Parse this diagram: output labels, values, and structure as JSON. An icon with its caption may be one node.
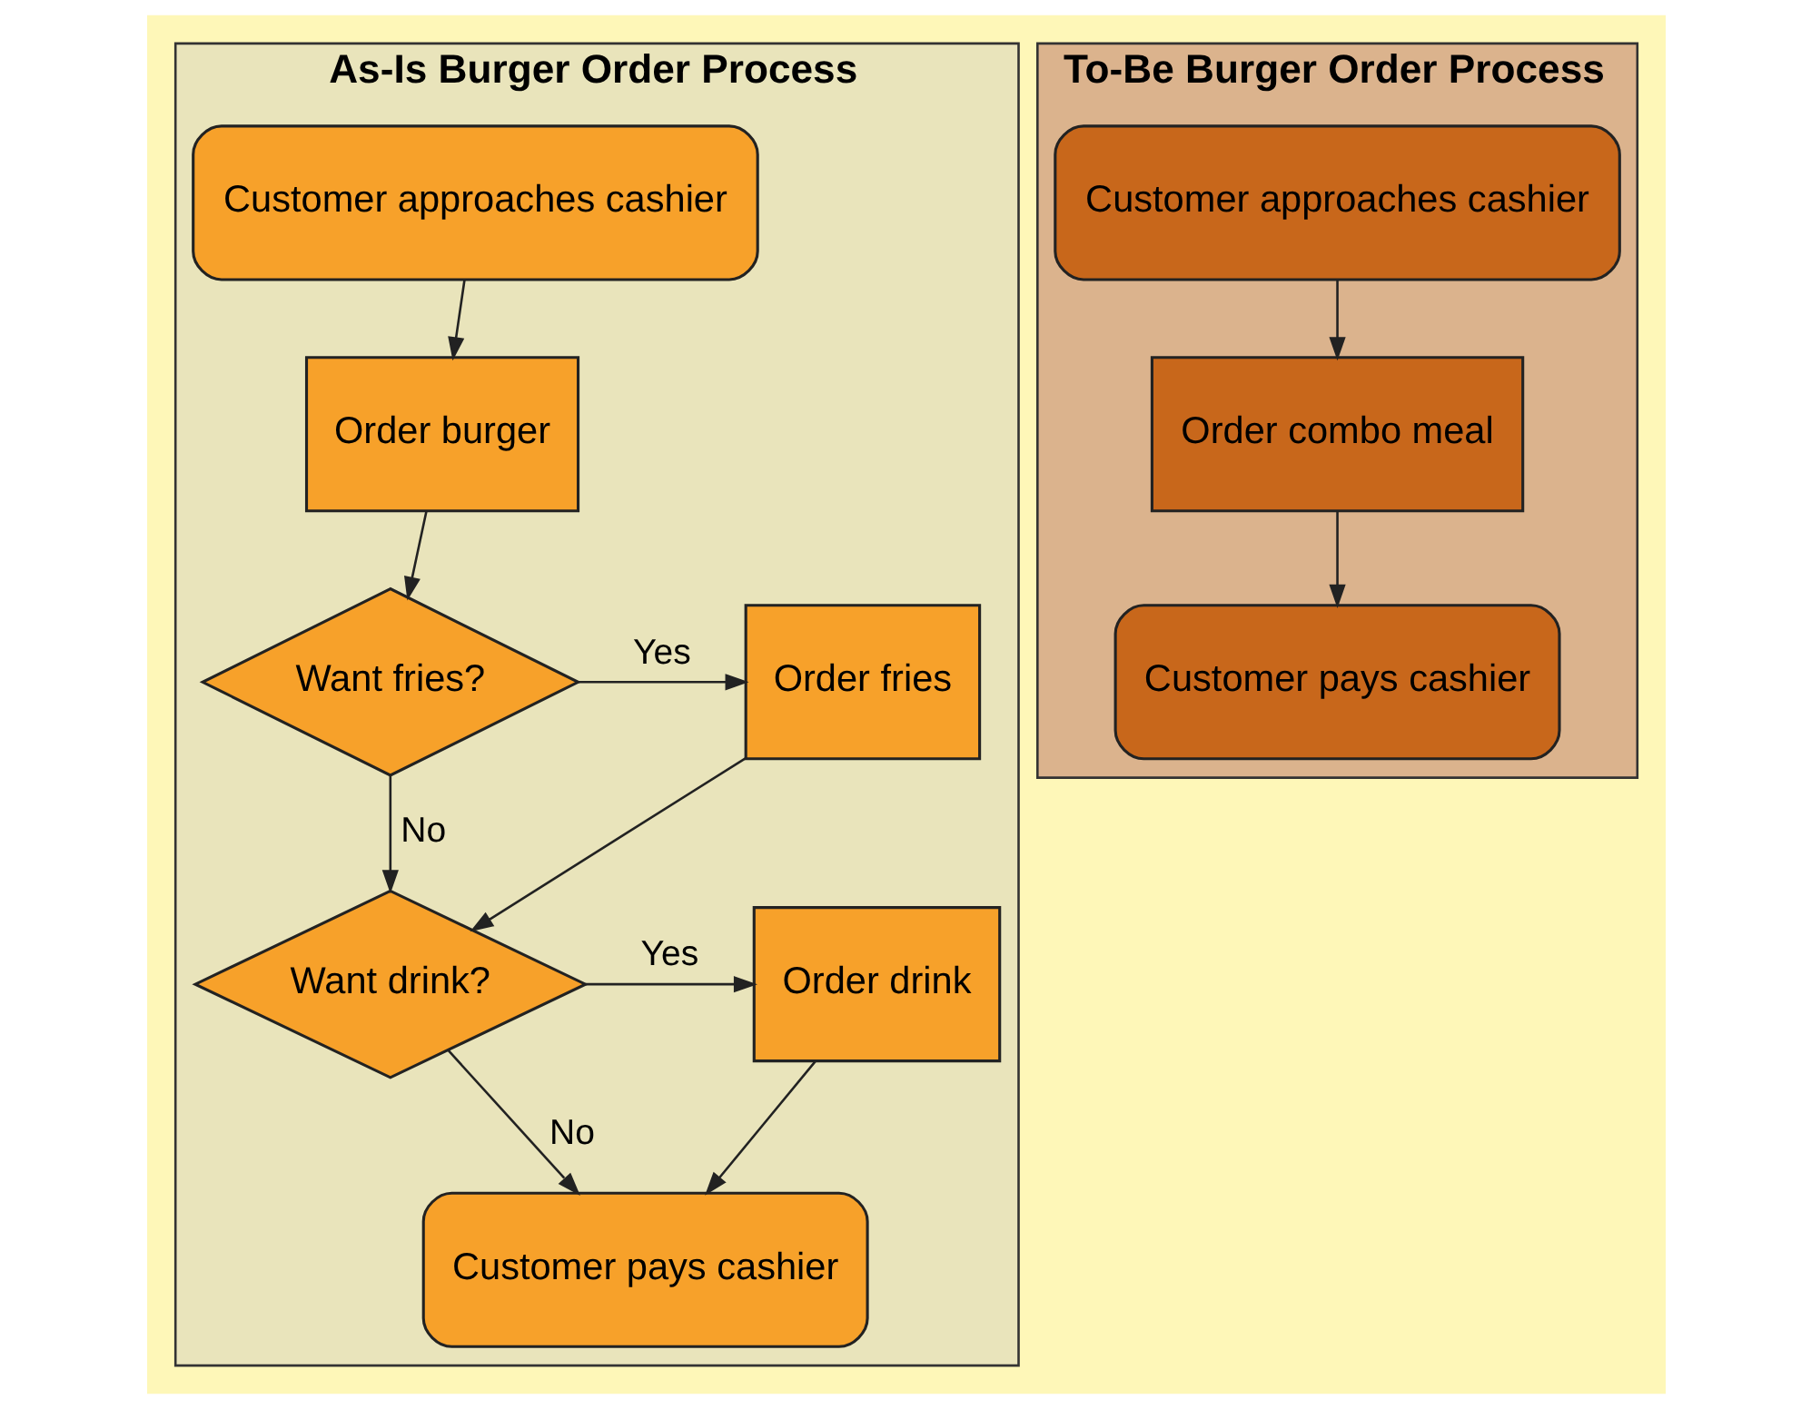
{
  "diagram": {
    "nodes": [
      {
        "text": [
          "As-Is Burger Order Process"
        ]
      },
      {
        "text": [
          "Customer approaches cashier"
        ],
        "in": 0
      },
      {
        "text": [
          "Order burger"
        ],
        "in": 0
      },
      {
        "text": [
          "Want fries?"
        ],
        "in": 0
      },
      {
        "text": [
          "Order fries"
        ],
        "in": 0
      },
      {
        "text": [
          "Want drink?"
        ],
        "in": 0
      },
      {
        "text": [
          "Order drink"
        ],
        "in": 0
      },
      {
        "text": [
          "Customer pays cashier"
        ],
        "in": 0
      },
      {
        "text": [
          "To-Be Burger Order Process"
        ]
      },
      {
        "text": [
          "Customer approaches cashier"
        ],
        "in": 8
      },
      {
        "text": [
          "Order combo meal"
        ],
        "in": 8
      },
      {
        "text": [
          "Customer pays cashier"
        ],
        "in": 8
      }
    ],
    "edges": [
      {
        "from": 1,
        "to": 2,
        "arrow": "to"
      },
      {
        "from": 2,
        "to": 3,
        "arrow": "to"
      },
      {
        "from": 3,
        "to": 4,
        "arrow": "to",
        "label": "Yes"
      },
      {
        "from": 3,
        "to": 5,
        "arrow": "to",
        "label": "No"
      },
      {
        "from": 4,
        "to": 5,
        "arrow": "to"
      },
      {
        "from": 5,
        "to": 6,
        "arrow": "to",
        "label": "Yes"
      },
      {
        "from": 5,
        "to": 7,
        "arrow": "to",
        "label": "No"
      },
      {
        "from": 6,
        "to": 7,
        "arrow": "to"
      },
      {
        "from": 9,
        "to": 10,
        "arrow": "to"
      },
      {
        "from": 10,
        "to": 11,
        "arrow": "to"
      }
    ]
  }
}
